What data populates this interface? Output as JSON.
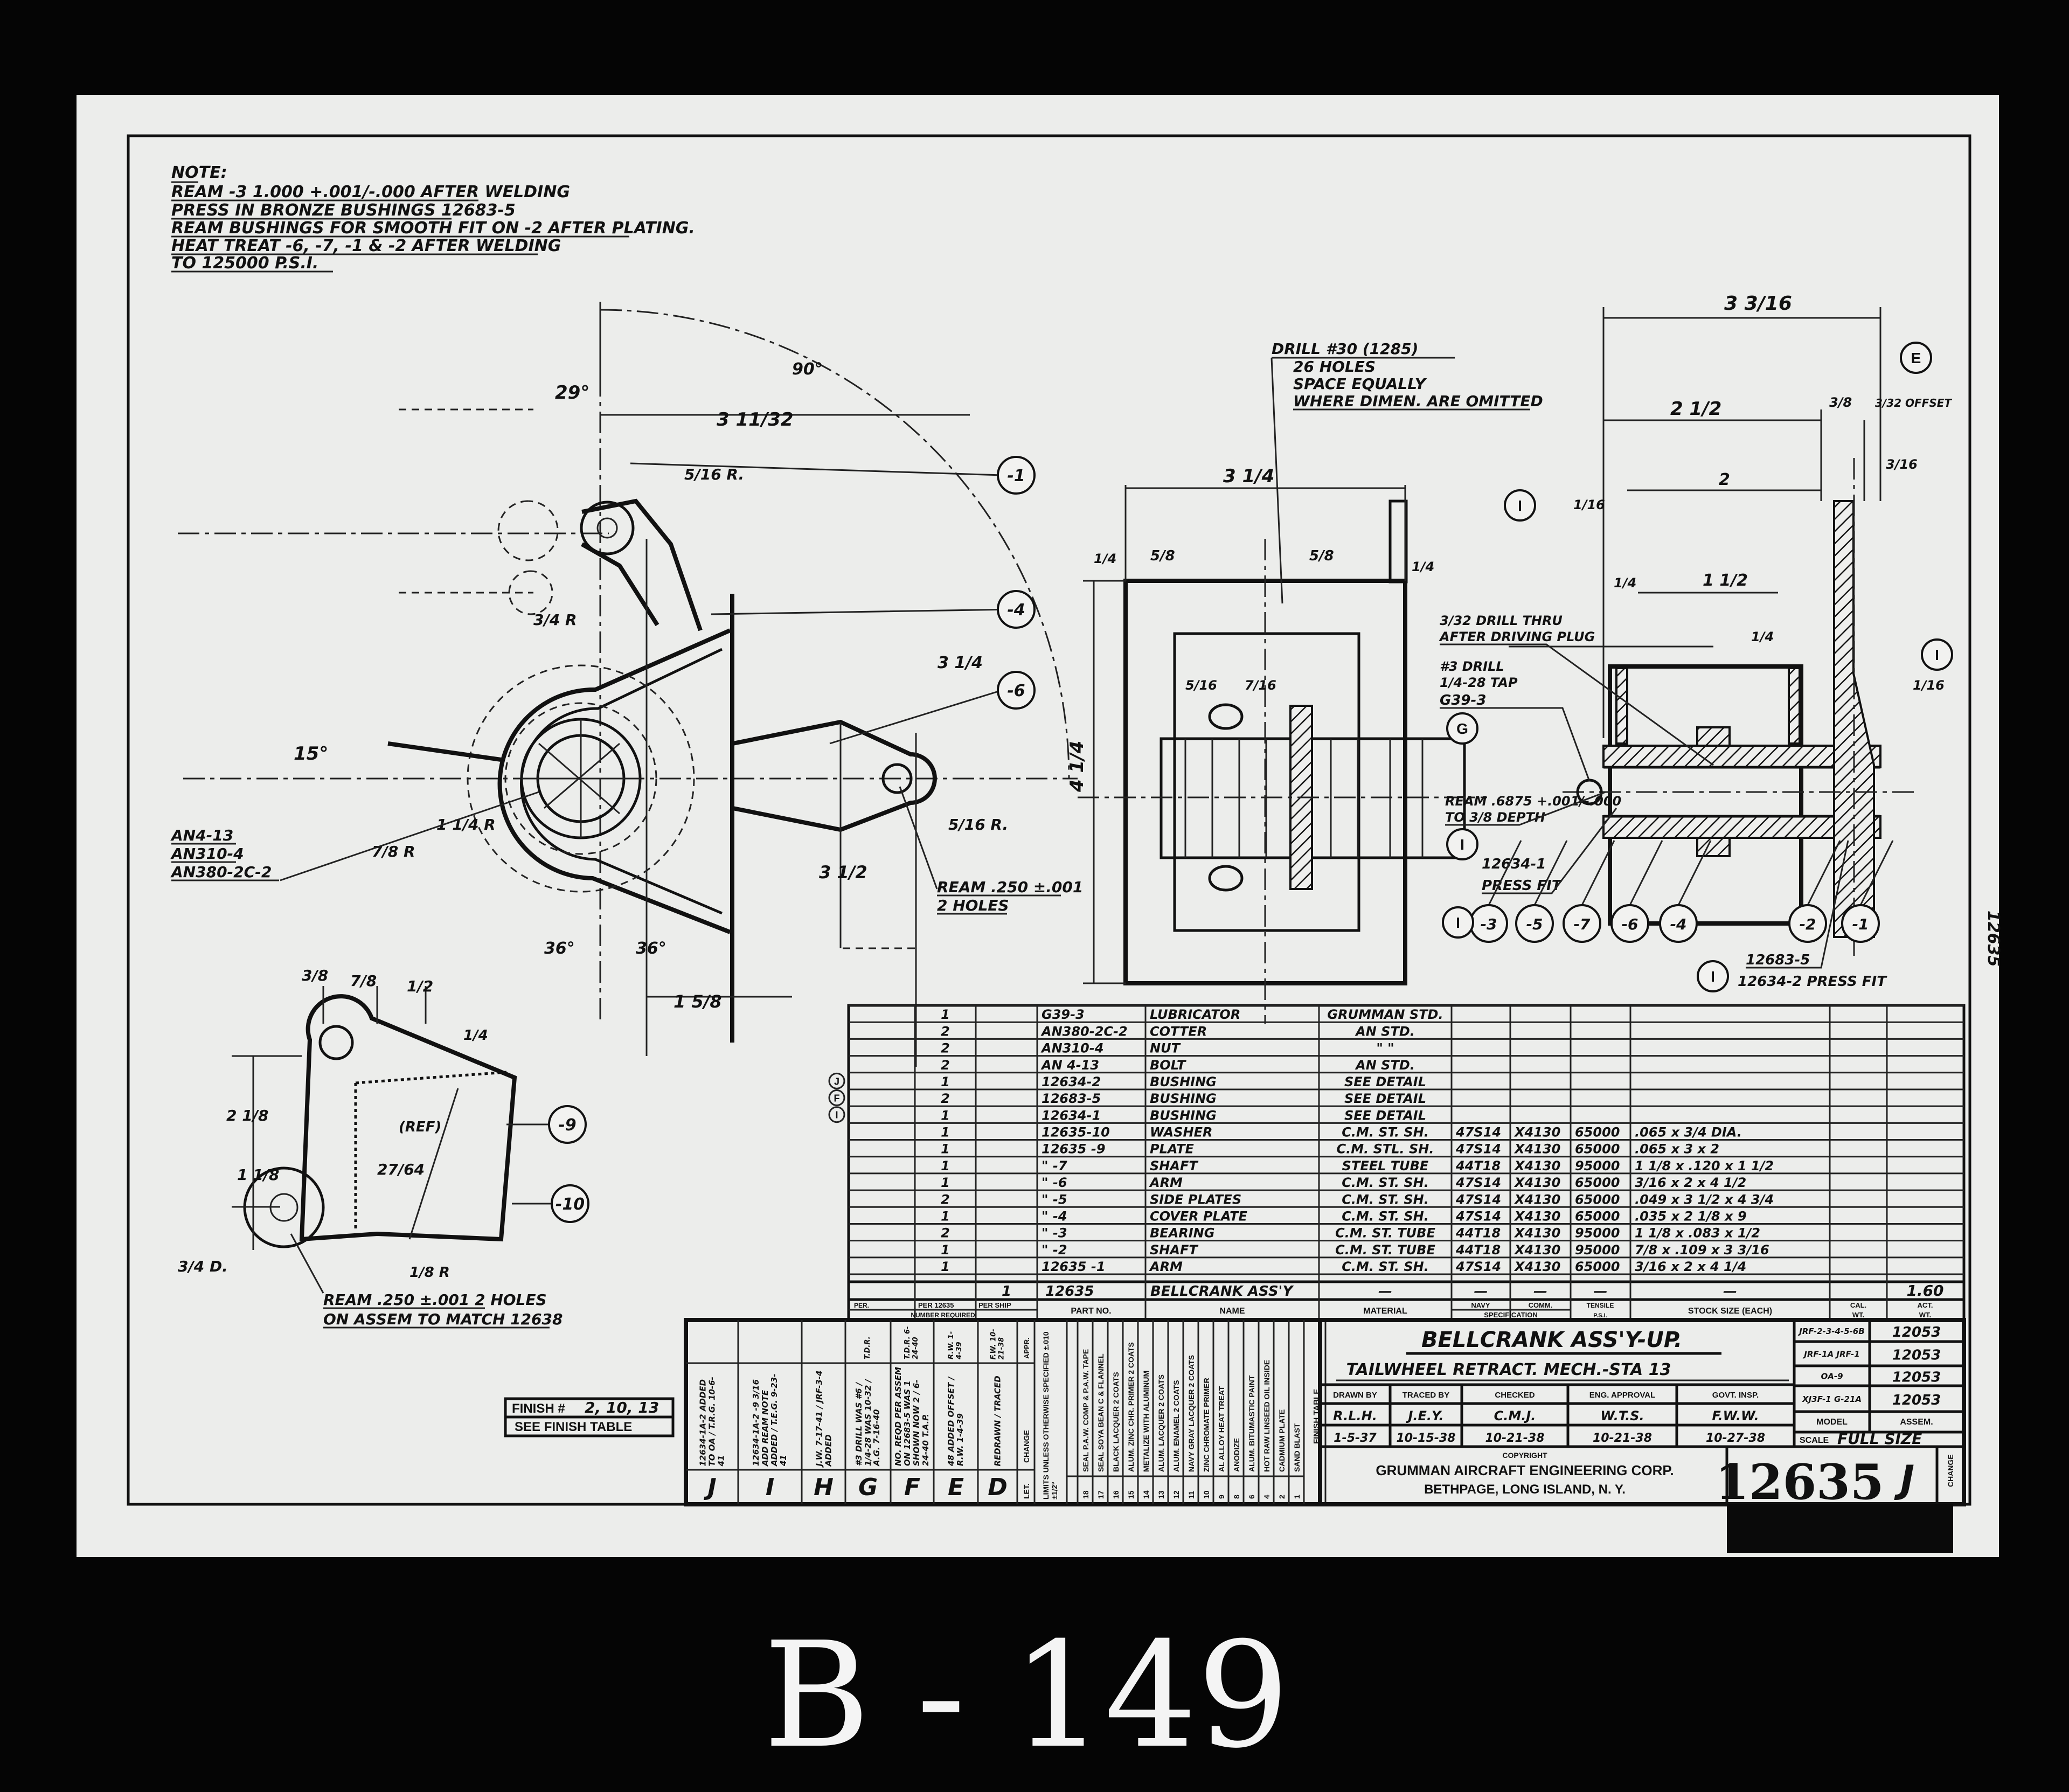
{
  "sheet_label": "B - 149",
  "notes": {
    "heading": "NOTE:",
    "lines": [
      "REAM -3  1.000 +.001/-.000 AFTER WELDING",
      "PRESS IN BRONZE BUSHINGS  12683-5",
      "REAM BUSHINGS FOR SMOOTH FIT ON -2 AFTER PLATING.",
      "HEAT TREAT -6, -7, -1 & -2 AFTER WELDING",
      "TO 125000 P.S.I."
    ]
  },
  "callouts": {
    "drill": [
      "DRILL #30 (1285)",
      "26 HOLES",
      "SPACE EQUALLY",
      "WHERE DIMEN. ARE OMITTED"
    ],
    "drill_thru": [
      "3/32 DRILL THRU",
      "AFTER DRIVING PLUG"
    ],
    "tap": [
      "#3 DRILL",
      "1/4-28 TAP",
      "G39-3"
    ],
    "ream_depth": [
      "REAM .6875 +.001/-.000",
      "TO 3/8 DEPTH"
    ],
    "press_fit_1": [
      "12634-1",
      "PRESS FIT"
    ],
    "press_fit_2": [
      "12683-5",
      "12634-2 PRESS FIT"
    ],
    "hardware": [
      "AN4-13",
      "AN310-4",
      "AN380-2C-2"
    ],
    "ream_holes": [
      "REAM .250 ±.001",
      "2 HOLES"
    ],
    "ream_assem": [
      "REAM .250 ±.001  2 HOLES",
      "ON ASSEM TO MATCH 12638"
    ],
    "edge_number": "12635"
  },
  "dimensions": {
    "d_3_11_32": "3 11/32",
    "d_29": "29°",
    "d_90": "90°",
    "d_15": "15°",
    "d_36a": "36°",
    "d_36b": "36°",
    "d_1_5_8": "1 5/8",
    "d_3_1_2": "3 1/2",
    "d_3_1_4v": "3 1/4",
    "d_5_16r_a": "5/16 R.",
    "d_5_16r_b": "5/16 R.",
    "d_7_8r": "7/8 R",
    "d_1_1_4r": "1 1/4 R",
    "d_3_4r": "3/4 R",
    "d_3_1_4": "3 1/4",
    "d_4_1_4": "4 1/4",
    "d_5_8a": "5/8",
    "d_5_8b": "5/8",
    "d_1_4a": "1/4",
    "d_1_4b": "1/4",
    "d_5_16": "5/16",
    "d_7_16": "7/16",
    "d_3_3_16": "3 3/16",
    "d_2_1_2": "2 1/2",
    "d_3_8": "3/8",
    "d_3_32": "3/32 OFFSET",
    "d_2": "2",
    "d_1_16a": "1/16",
    "d_1_16b": "1/16",
    "d_1_1_2": "1 1/2",
    "d_1_4c": "1/4",
    "d_1_4d": "1/4",
    "d_3_16": "3/16",
    "det_3_8": "3/8",
    "det_7_8": "7/8",
    "det_1_2": "1/2",
    "det_1_4": "1/4",
    "det_2_1_8": "2 1/8",
    "det_1_1_8": "1 1/8",
    "det_27_64": "27/64",
    "det_ref": "(REF)",
    "det_3_4d": "3/4 D.",
    "det_1_8r": "1/8 R"
  },
  "balloons": {
    "left": [
      "-1",
      "-4",
      "-6"
    ],
    "detail": [
      "-9",
      "-10"
    ],
    "section": [
      "-3",
      "-5",
      "-7",
      "-6",
      "-4",
      "-2",
      "-1"
    ],
    "revision_marks": [
      "I",
      "I",
      "I",
      "I",
      "I",
      "E",
      "G"
    ]
  },
  "parts_list": {
    "headers": {
      "per": "PER.",
      "per_assy": "PER 12635",
      "per_ship": "PER SHIP",
      "number_required": "NUMBER REQUIRED",
      "part_no": "PART NO.",
      "name": "NAME",
      "material": "MATERIAL",
      "navy": "NAVY",
      "comm": "COMM.",
      "specification": "SPECIFICATION",
      "tensile": "TENSILE",
      "psi": "P.S.I.",
      "stock": "STOCK SIZE (EACH)",
      "cal": "CAL.",
      "act": "ACT.",
      "wt": "WT.",
      "wt2": "WT."
    },
    "rows": [
      {
        "rev": "",
        "qty": "1",
        "part": "G39-3",
        "name": "LUBRICATOR",
        "material": "GRUMMAN STD.",
        "navy": "",
        "comm": "",
        "tensile": "",
        "stock": ""
      },
      {
        "rev": "",
        "qty": "2",
        "part": "AN380-2C-2",
        "name": "COTTER",
        "material": "AN STD.",
        "navy": "",
        "comm": "",
        "tensile": "",
        "stock": ""
      },
      {
        "rev": "",
        "qty": "2",
        "part": "AN310-4",
        "name": "NUT",
        "material": "\"   \"",
        "navy": "",
        "comm": "",
        "tensile": "",
        "stock": ""
      },
      {
        "rev": "",
        "qty": "2",
        "part": "AN 4-13",
        "name": "BOLT",
        "material": "AN STD.",
        "navy": "",
        "comm": "",
        "tensile": "",
        "stock": ""
      },
      {
        "rev": "J",
        "qty": "1",
        "part": "12634-2",
        "name": "BUSHING",
        "material": "SEE DETAIL",
        "navy": "",
        "comm": "",
        "tensile": "",
        "stock": ""
      },
      {
        "rev": "F",
        "qty": "2",
        "part": "12683-5",
        "name": "BUSHING",
        "material": "SEE DETAIL",
        "navy": "",
        "comm": "",
        "tensile": "",
        "stock": ""
      },
      {
        "rev": "I",
        "qty": "1",
        "part": "12634-1",
        "name": "BUSHING",
        "material": "SEE DETAIL",
        "navy": "",
        "comm": "",
        "tensile": "",
        "stock": ""
      },
      {
        "rev": "",
        "qty": "1",
        "part": "12635-10",
        "name": "WASHER",
        "material": "C.M. ST. SH.",
        "navy": "47S14",
        "comm": "X4130",
        "tensile": "65000",
        "stock": ".065 x 3/4 DIA."
      },
      {
        "rev": "",
        "qty": "1",
        "part": "12635 -9",
        "name": "PLATE",
        "material": "C.M. STL. SH.",
        "navy": "47S14",
        "comm": "X4130",
        "tensile": "65000",
        "stock": ".065 x 3 x 2"
      },
      {
        "rev": "",
        "qty": "1",
        "part": "\"   -7",
        "name": "SHAFT",
        "material": "STEEL TUBE",
        "navy": "44T18",
        "comm": "X4130",
        "tensile": "95000",
        "stock": "1 1/8 x .120 x 1 1/2"
      },
      {
        "rev": "",
        "qty": "1",
        "part": "\"   -6",
        "name": "ARM",
        "material": "C.M. ST. SH.",
        "navy": "47S14",
        "comm": "X4130",
        "tensile": "65000",
        "stock": "3/16 x 2 x 4 1/2"
      },
      {
        "rev": "",
        "qty": "2",
        "part": "\"   -5",
        "name": "SIDE PLATES",
        "material": "C.M. ST. SH.",
        "navy": "47S14",
        "comm": "X4130",
        "tensile": "65000",
        "stock": ".049 x 3 1/2 x 4 3/4"
      },
      {
        "rev": "",
        "qty": "1",
        "part": "\"   -4",
        "name": "COVER PLATE",
        "material": "C.M. ST. SH.",
        "navy": "47S14",
        "comm": "X4130",
        "tensile": "65000",
        "stock": ".035 x 2 1/8 x 9"
      },
      {
        "rev": "",
        "qty": "2",
        "part": "\"   -3",
        "name": "BEARING",
        "material": "C.M. ST. TUBE",
        "navy": "44T18",
        "comm": "X4130",
        "tensile": "95000",
        "stock": "1 1/8 x .083 x 1/2"
      },
      {
        "rev": "",
        "qty": "1",
        "part": "\"   -2",
        "name": "SHAFT",
        "material": "C.M. ST. TUBE",
        "navy": "44T18",
        "comm": "X4130",
        "tensile": "95000",
        "stock": "7/8 x .109 x 3 3/16"
      },
      {
        "rev": "",
        "qty": "1",
        "part": "12635 -1",
        "name": "ARM",
        "material": "C.M. ST. SH.",
        "navy": "47S14",
        "comm": "X4130",
        "tensile": "65000",
        "stock": "3/16 x 2 x 4 1/4"
      }
    ],
    "assembly": {
      "per_ship": "1",
      "part": "12635",
      "name": "BELLCRANK ASS'Y",
      "material": "—",
      "navy": "—",
      "comm": "—",
      "tensile": "—",
      "stock": "—",
      "act_wt": "1.60"
    }
  },
  "title_block": {
    "title": "BELLCRANK ASS'Y-UP.",
    "subtitle": "TAILWHEEL RETRACT. MECH.-STA 13",
    "sign_headers": [
      "DRAWN BY",
      "TRACED BY",
      "CHECKED",
      "ENG. APPROVAL",
      "GOVT. INSP."
    ],
    "sign_names": [
      "R.L.H.",
      "J.E.Y.",
      "C.M.J.",
      "W.T.S.",
      "F.W.W."
    ],
    "sign_dates": [
      "1-5-37",
      "10-15-38",
      "10-21-38",
      "10-21-38",
      "10-27-38"
    ],
    "copyright": "COPYRIGHT",
    "company": "GRUMMAN AIRCRAFT ENGINEERING CORP.",
    "address": "BETHPAGE, LONG ISLAND, N. Y.",
    "drawing_number": "12635",
    "change_letter": "J",
    "change_label": "CHANGE",
    "models": [
      {
        "model": "JRF-2-3-4-5-6B",
        "assem": "12053"
      },
      {
        "model": "JRF-1A JRF-1",
        "assem": "12053"
      },
      {
        "model": "OA-9",
        "assem": "12053"
      },
      {
        "model": "XJ3F-1 G-21A",
        "assem": "12053"
      }
    ],
    "model_label": "MODEL",
    "assem_label": "ASSEM.",
    "scale_label": "SCALE",
    "scale_value": "FULL SIZE"
  },
  "finish": {
    "label": "FINISH #",
    "value": "2, 10, 13",
    "see": "SEE FINISH TABLE",
    "table_label": "FINISH TABLE",
    "items": [
      {
        "no": "18",
        "text": "SEAL P.A.W. COMP & P.A.W. TAPE"
      },
      {
        "no": "17",
        "text": "SEAL SOYA BEAN C & FLANNEL"
      },
      {
        "no": "16",
        "text": "BLACK LACQUER 2 COATS"
      },
      {
        "no": "15",
        "text": "ALUM. ZINC CHR. PRIMER 2 COATS"
      },
      {
        "no": "14",
        "text": "METALIZE WITH ALUMINUM"
      },
      {
        "no": "13",
        "text": "ALUM. LACQUER 2 COATS"
      },
      {
        "no": "12",
        "text": "ALUM. ENAMEL 2 COATS"
      },
      {
        "no": "11",
        "text": "NAVY GRAY LACQUER 2 COATS"
      },
      {
        "no": "10",
        "text": "ZINC CHROMATE PRIMER"
      },
      {
        "no": "9",
        "text": "AL ALLOY HEAT TREAT"
      },
      {
        "no": "8",
        "text": "ANODIZE"
      },
      {
        "no": "6",
        "text": "ALUM. BITUMASTIC PAINT"
      },
      {
        "no": "4",
        "text": "HOT RAW LINSEED OIL INSIDE"
      },
      {
        "no": "2",
        "text": "CADMIUM PLATE"
      },
      {
        "no": "1",
        "text": "SAND BLAST"
      }
    ]
  },
  "revisions": {
    "let_label": "LET.",
    "change_label": "CHANGE",
    "appr_label": "APPR.",
    "limits": "LIMITS UNLESS OTHERWISE SPECIFIED ±.010 ±1/2°",
    "entries": [
      {
        "letter": "J",
        "change": "12634-1A-2 ADDED TO OA / T.R.G. 10-6-41",
        "appr": ""
      },
      {
        "letter": "I",
        "change": "12634-1A-2 -9 3/16 ADD REAM NOTE ADDED / T.E.G. 9-23-41",
        "appr": ""
      },
      {
        "letter": "H",
        "change": "J.W. 7-17-41 / JRF-3-4 ADDED",
        "appr": ""
      },
      {
        "letter": "G",
        "change": "#3 DRILL WAS #6 / 1/4-28 WAS 10-32 / A.G. 7-16-40",
        "appr": "T.D.R."
      },
      {
        "letter": "F",
        "change": "NO. REQD PER ASSEM ON 12683-5 WAS 1 SHOWN NOW 2 / 6-24-40 T.A.P.",
        "appr": "T.D.R. 6-24-40"
      },
      {
        "letter": "E",
        "change": "48 ADDED OFFSET / R.W. 1-4-39",
        "appr": "R.W. 1-4-39"
      },
      {
        "letter": "D",
        "change": "REDRAWN / TRACED",
        "appr": "F.W. 10-21-38"
      }
    ]
  }
}
